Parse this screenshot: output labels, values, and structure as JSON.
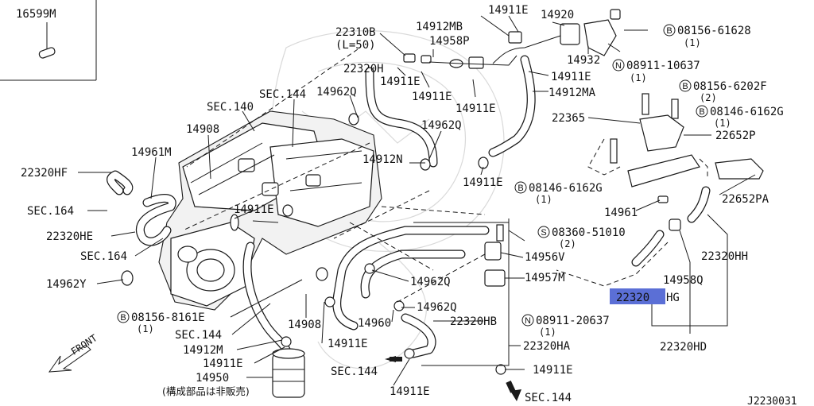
{
  "colors": {
    "ink": "#1a1a1a",
    "background": "#ffffff",
    "highlight": "#5b6fd6",
    "watermark": "#d9d9d9"
  },
  "icons": {
    "circle_b": "circled-letter-b-icon",
    "circle_n": "circled-letter-n-icon",
    "circle_s": "circled-letter-s-icon",
    "front_arrow": "front-arrow-icon",
    "flow_arrow": "filled-arrow-icon",
    "watermark": "dragon-watermark"
  },
  "inset": {
    "part": "16599M"
  },
  "top": {
    "p22310B": "22310B",
    "len": "(L=50)",
    "p14912MB": "14912MB",
    "p14958P": "14958P",
    "p14911E_a": "14911E",
    "p14920": "14920",
    "b08156_61628": "08156-61628",
    "b08156_61628_q": "(1)",
    "p14932": "14932",
    "n08911_10637": "08911-10637",
    "n08911_10637_q": "(1)",
    "p22320H": "22320H",
    "p14911E_b": "14911E",
    "p14911E_c": "14911E",
    "p14911E_d": "14911E",
    "p14911E_e": "14911E",
    "p14912MA": "14912MA"
  },
  "engine": {
    "sec144_a": "SEC.144",
    "p14962Q_a": "14962Q",
    "sec140": "SEC.140",
    "p14908_a": "14908",
    "p14962Q_b": "14962Q",
    "p14912N": "14912N",
    "p14961M": "14961M",
    "p22320HF": "22320HF",
    "p14911E_f": "14911E",
    "sec164_a": "SEC.164",
    "p14911E_g": "14911E",
    "p22320HE": "22320HE",
    "sec164_b": "SEC.164",
    "p14962Y": "14962Y",
    "b08156_8161E": "08156-8161E",
    "b08156_8161E_q": "(1)",
    "sec144_b": "SEC.144",
    "p14908_b": "14908",
    "p14912M": "14912M",
    "p14911E_h": "14911E",
    "p14950": "14950",
    "note_jp": "(構成部品は非販売)",
    "front": "FRONT"
  },
  "right": {
    "b08156_6202F": "08156-6202F",
    "b08156_6202F_q": "(2)",
    "b08146_6162G_a": "08146-6162G",
    "b08146_6162G_a_q": "(1)",
    "p22365": "22365",
    "p22652P": "22652P",
    "b08146_6162G_b": "08146-6162G",
    "b08146_6162G_b_q": "(1)",
    "p22652PA": "22652PA",
    "p14961": "14961",
    "s08360_51010": "08360-51010",
    "s08360_51010_q": "(2)",
    "p22320HH": "22320HH",
    "p14956V": "14956V",
    "p14957M": "14957M",
    "p14958Q": "14958Q",
    "p22320HG_pre": "22320",
    "p22320HG_suf": "HG"
  },
  "bottom": {
    "p14962Q_c": "14962Q",
    "p14962Q_d": "14962Q",
    "p14960": "14960",
    "p22320HB": "22320HB",
    "n08911_20637": "08911-20637",
    "n08911_20637_q": "(1)",
    "p14911E_i": "14911E",
    "p22320HA": "22320HA",
    "sec144_c": "SEC.144",
    "p14911E_j": "14911E",
    "p14911E_k": "14911E",
    "p22320HD": "22320HD",
    "sec144_d": "SEC.144",
    "drawing_id": "J2230031"
  }
}
